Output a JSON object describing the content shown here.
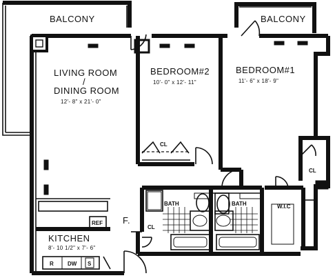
{
  "labels": {
    "balcony_left": "BALCONY",
    "balcony_right": "BALCONY",
    "living_room_line1": "LIVING ROOM",
    "living_room_slash": "/",
    "living_room_line2": "DINING ROOM",
    "living_room_dim": "12'- 8\" x 21'- 0\"",
    "bedroom2_name": "BEDROOM#2",
    "bedroom2_dim": "10'- 0\" x 12'- 11\"",
    "bedroom1_name": "BEDROOM#1",
    "bedroom1_dim": "11'- 6\" x 18'- 9\"",
    "closet_bedroom2": "CL",
    "closet_bedroom1": "CL",
    "closet_foyer": "CL",
    "foyer": "F.",
    "bath_left": "BATH",
    "bath_right": "BATH",
    "walk_in_closet": "W.I.C",
    "refrigerator": "REF",
    "kitchen_name": "KITCHEN",
    "kitchen_dim": "8'- 10 1/2\" x 7'- 6\"",
    "range": "R",
    "dishwasher": "DW",
    "sink": "S"
  }
}
